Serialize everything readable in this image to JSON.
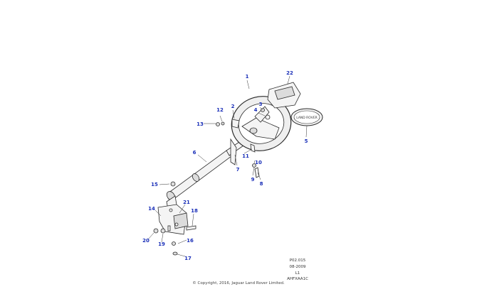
{
  "callouts": {
    "c1": "1",
    "c2": "2",
    "c3": "3",
    "c4": "4",
    "c5": "5",
    "c6": "6",
    "c7": "7",
    "c8": "8",
    "c9": "9",
    "c10": "10",
    "c11": "11",
    "c12": "12",
    "c13": "13",
    "c14": "14",
    "c15": "15",
    "c16": "16",
    "c17": "17",
    "c18": "18",
    "c19": "19",
    "c20": "20",
    "c21": "21",
    "c22": "22"
  },
  "badge_text": "LAND ROVER",
  "meta": {
    "ref": "P02.015",
    "date": "08-2009",
    "l": "L1",
    "code": "AHFXAA1C"
  },
  "copyright": "© Copyright, 2016, Jaguar Land Rover Limited.",
  "colors": {
    "callout": "#1a2fb8",
    "line": "#2a2a2a"
  }
}
